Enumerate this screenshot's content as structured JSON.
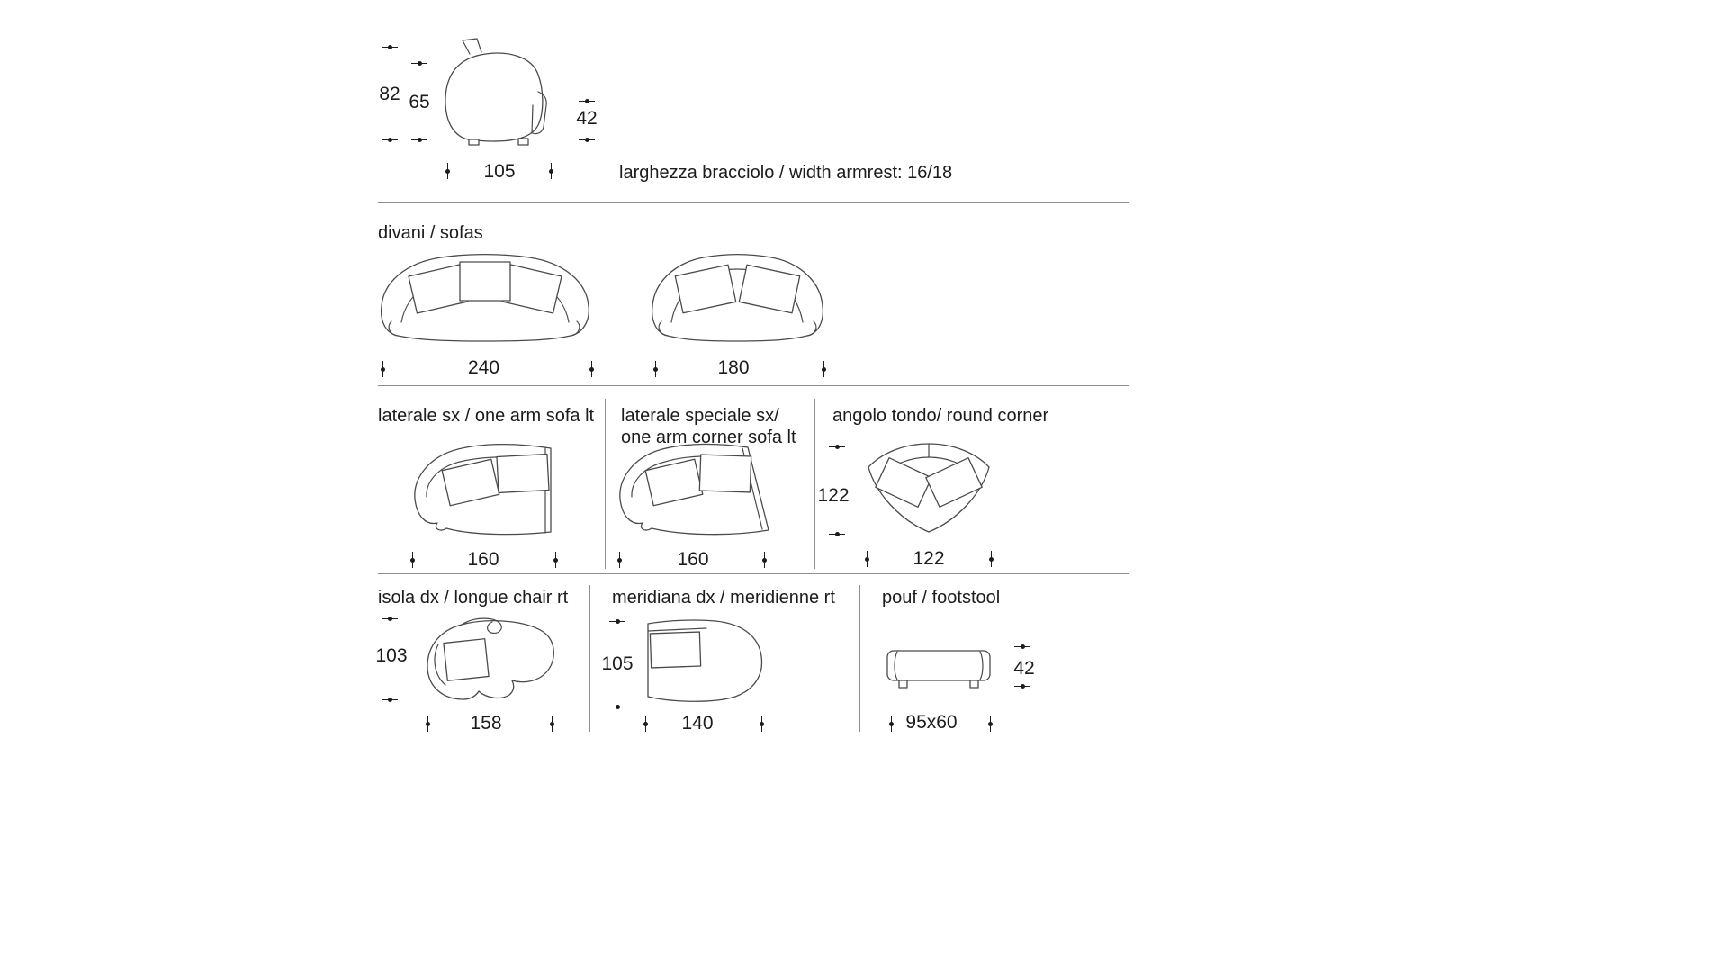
{
  "side_view": {
    "dim_total_height": "82",
    "dim_seat_height": "65",
    "dim_arm_height": "42",
    "dim_width": "105",
    "armrest_note": "larghezza bracciolo / width armrest: 16/18"
  },
  "sofas": {
    "label": "divani / sofas",
    "items": [
      {
        "name": "sofa-240",
        "width": "240"
      },
      {
        "name": "sofa-180",
        "width": "180"
      }
    ]
  },
  "row3": {
    "one_arm": {
      "label": "laterale sx / one arm sofa lt",
      "width": "160"
    },
    "one_arm_corner": {
      "label1": "laterale speciale sx/",
      "label2": "one arm  corner sofa lt",
      "width": "160"
    },
    "round_corner": {
      "label": "angolo tondo/ round corner",
      "depth": "122",
      "width": "122"
    }
  },
  "row4": {
    "longue": {
      "label": "isola dx / longue chair rt",
      "depth": "103",
      "width": "158"
    },
    "meridienne": {
      "label": "meridiana dx / meridienne rt",
      "depth": "105",
      "width": "140"
    },
    "pouf": {
      "label": "pouf / footstool",
      "height": "42",
      "size": "95x60"
    }
  }
}
